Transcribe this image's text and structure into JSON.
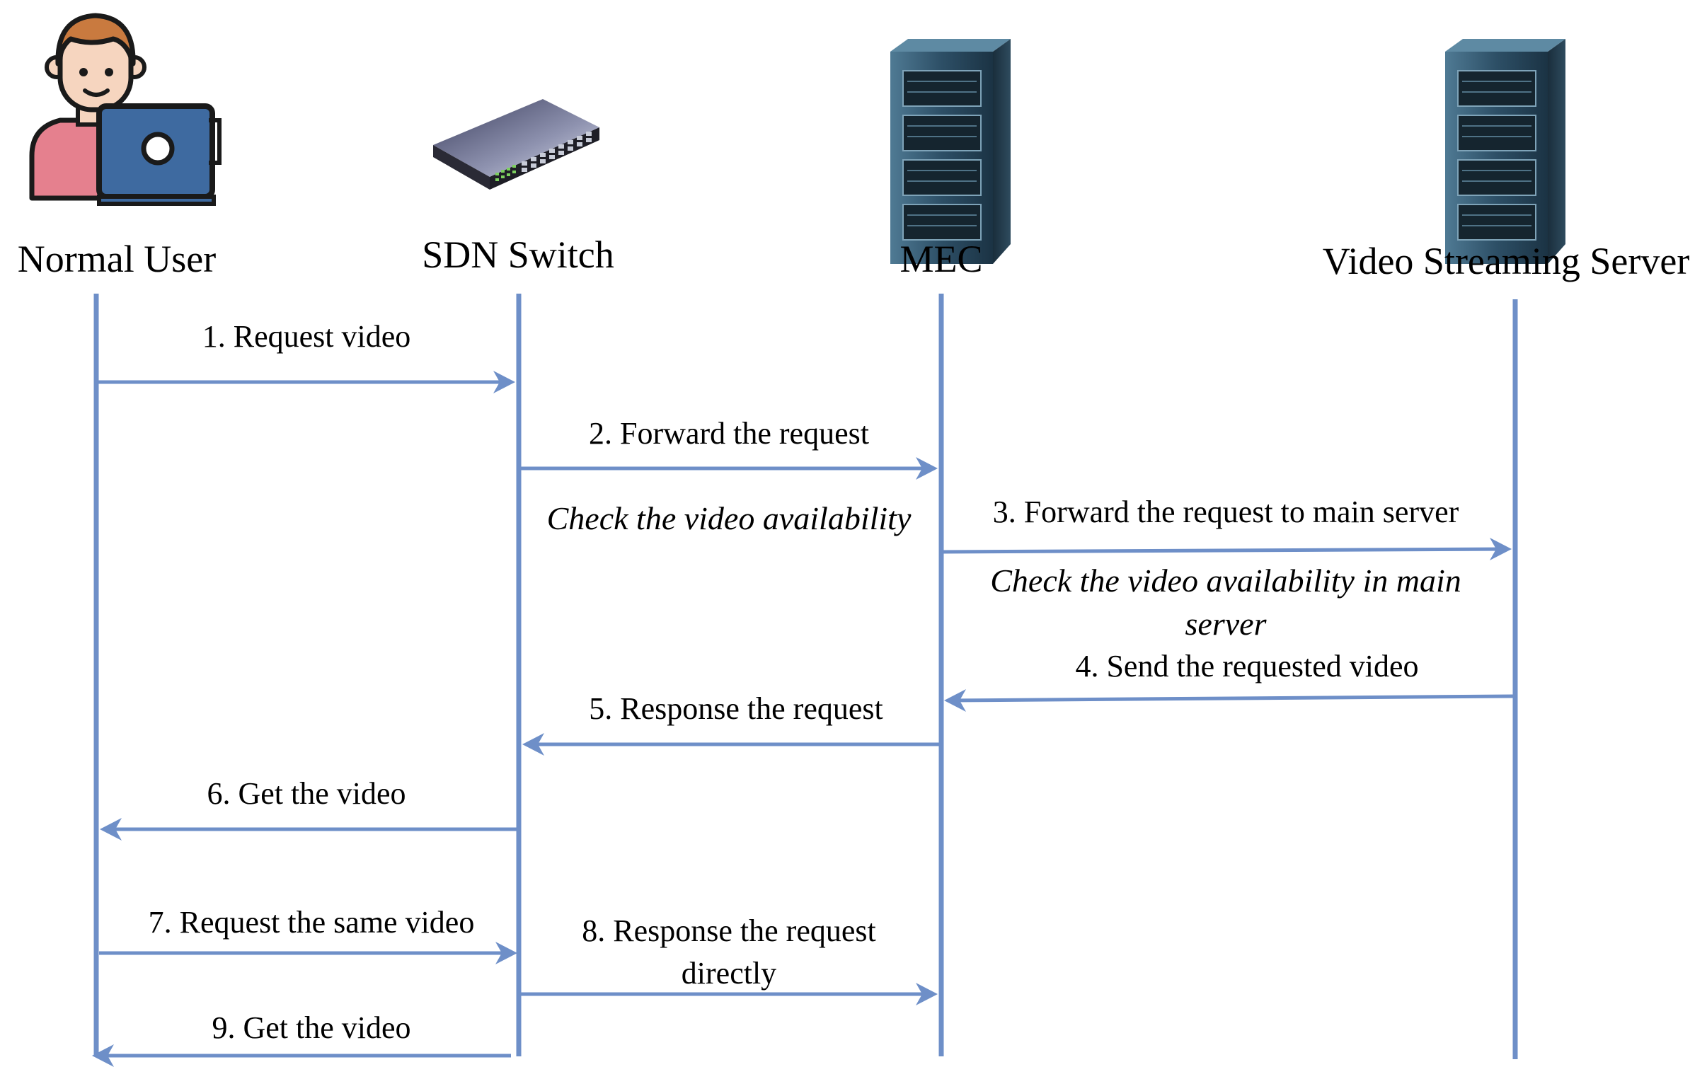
{
  "actors": [
    {
      "id": "user",
      "label": "Normal User",
      "icon": "person-laptop-icon"
    },
    {
      "id": "switch",
      "label": "SDN Switch",
      "icon": "network-switch-icon"
    },
    {
      "id": "mec",
      "label": "MEC",
      "icon": "server-rack-icon"
    },
    {
      "id": "server",
      "label": "Video Streaming Server",
      "icon": "server-rack-icon"
    }
  ],
  "messages": [
    {
      "label": "1. Request video"
    },
    {
      "label": "2. Forward the request"
    },
    {
      "label": "3. Forward the request to main server"
    },
    {
      "label": "4. Send the requested video"
    },
    {
      "label": "5. Response the request"
    },
    {
      "label": "6. Get the video"
    },
    {
      "label": "7. Request the same video"
    },
    {
      "label": "8. Response the request",
      "label2": "directly"
    },
    {
      "label": "9. Get the video"
    }
  ],
  "notes": [
    {
      "line1": "Check the video availability"
    },
    {
      "line1": "Check the video availability in main",
      "line2": "server"
    }
  ],
  "colors": {
    "line": "#6e8fc8",
    "skin": "#f6d5bf",
    "hair": "#c97a3f",
    "shirt": "#e5808e",
    "laptop": "#3e6aa0",
    "server": "#2d4f66"
  }
}
